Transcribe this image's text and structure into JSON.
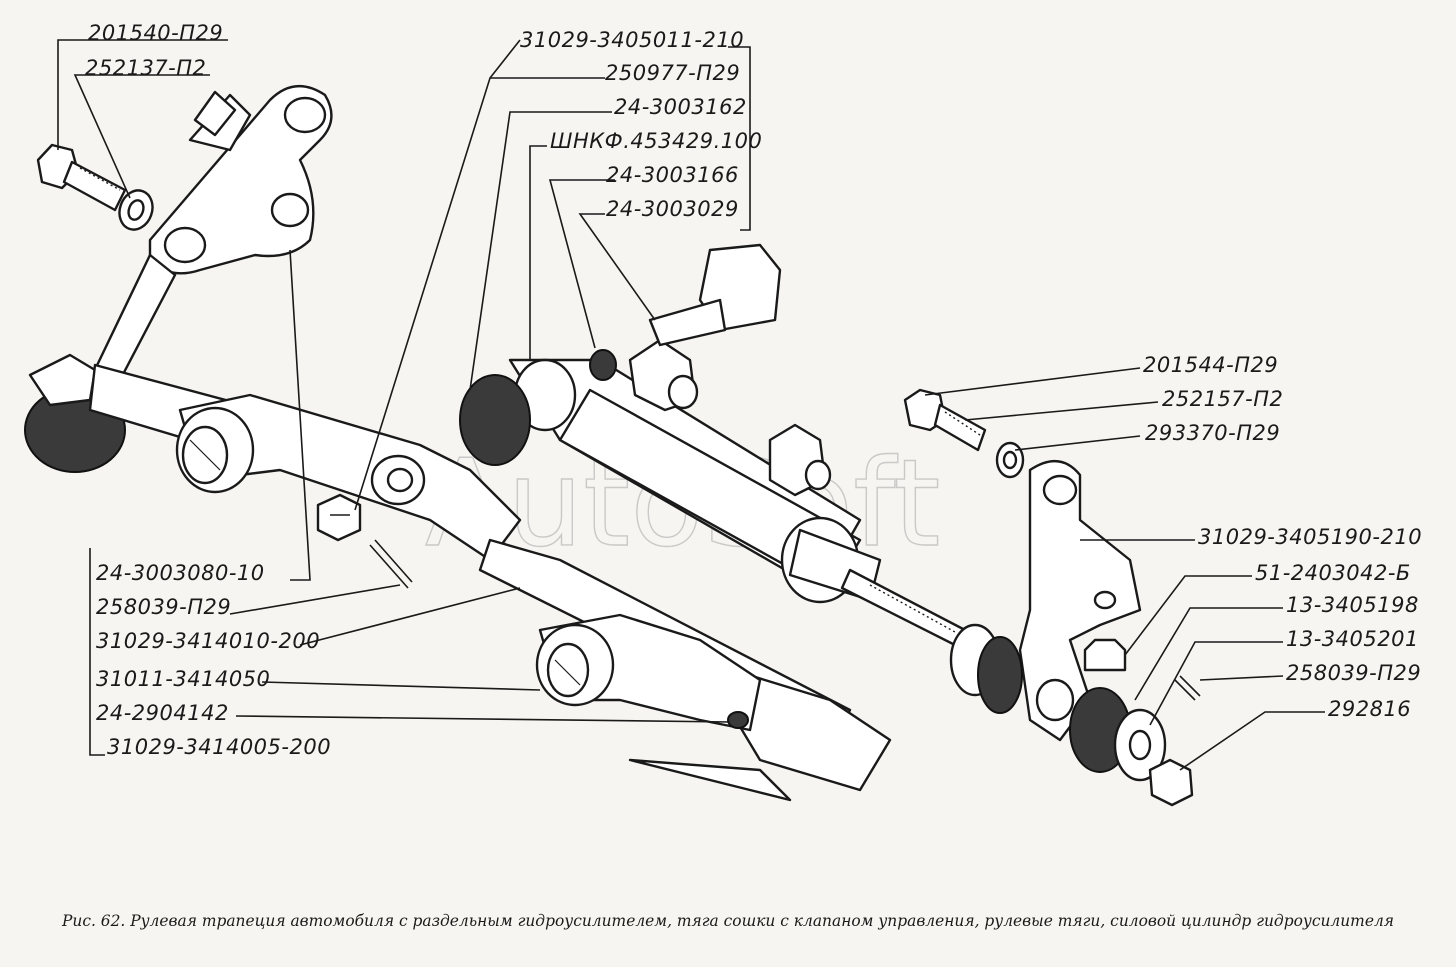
{
  "watermark": "AutoSoft",
  "caption": "Рис. 62. Рулевая трапеция автомобиля с раздельным гидроусилителем, тяга сошки с клапаном управления, рулевые тяги, силовой цилиндр гидроусилителя",
  "labels": {
    "l201540": "201540-П29",
    "l252137": "252137-П2",
    "l3405011": "31029-3405011-210",
    "l250977": "250977-П29",
    "l3003162": "24-3003162",
    "lshnkf": "ШНКФ.453429.100",
    "l3003166": "24-3003166",
    "l3003029": "24-3003029",
    "l201544": "201544-П29",
    "l252157": "252157-П2",
    "l293370": "293370-П29",
    "l3405190": "31029-3405190-210",
    "l2403042": "51-2403042-Б",
    "l3405198": "13-3405198",
    "l3405201": "13-3405201",
    "l258039r": "258039-П29",
    "l292816": "292816",
    "l3003080": "24-3003080-10",
    "l258039l": "258039-П29",
    "l3414010": "31029-3414010-200",
    "l3414050": "31011-3414050",
    "l2904142": "24-2904142",
    "l3414005": "31029-3414005-200"
  }
}
